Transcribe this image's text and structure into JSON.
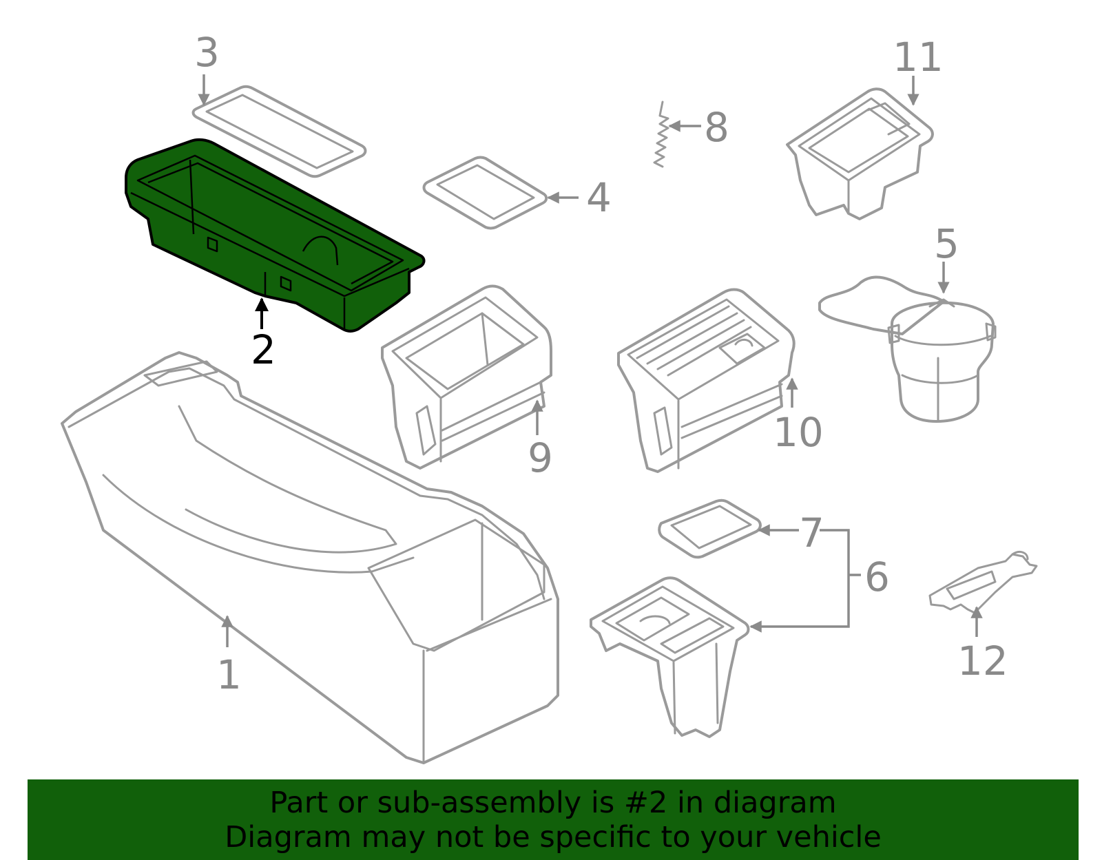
{
  "callouts": {
    "c1": "1",
    "c2": "2",
    "c3": "3",
    "c4": "4",
    "c5": "5",
    "c6": "6",
    "c7": "7",
    "c8": "8",
    "c9": "9",
    "c10": "10",
    "c11": "11",
    "c12": "12"
  },
  "highlighted_part": "2",
  "colors": {
    "highlight": "#11600a",
    "line": "#9a9a9a",
    "callout": "#8a8a8a"
  },
  "banner": {
    "line1": "Part or sub-assembly is #2 in diagram",
    "line2": "Diagram may not be specific to your vehicle"
  }
}
